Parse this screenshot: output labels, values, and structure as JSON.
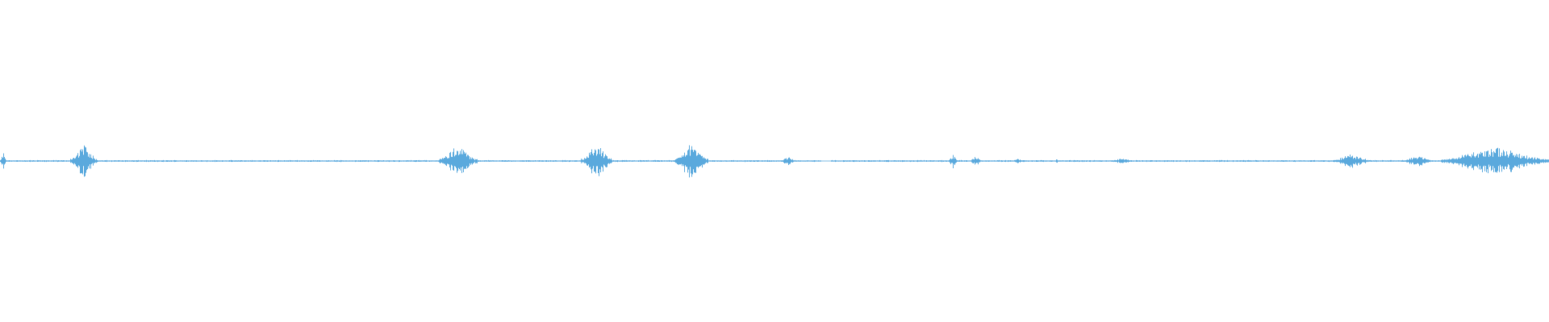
{
  "waveform": {
    "color": "#5aa9dd",
    "background": "#ffffff",
    "baseline_amplitude": 0.006,
    "bursts": [
      {
        "start": 0.0,
        "end": 0.004,
        "peak": 0.06
      },
      {
        "start": 0.045,
        "end": 0.063,
        "peak": 0.12
      },
      {
        "start": 0.283,
        "end": 0.308,
        "peak": 0.11
      },
      {
        "start": 0.375,
        "end": 0.395,
        "peak": 0.12
      },
      {
        "start": 0.435,
        "end": 0.457,
        "peak": 0.12
      },
      {
        "start": 0.503,
        "end": 0.514,
        "peak": 0.03
      },
      {
        "start": 0.612,
        "end": 0.618,
        "peak": 0.05
      },
      {
        "start": 0.626,
        "end": 0.634,
        "peak": 0.04
      },
      {
        "start": 0.654,
        "end": 0.66,
        "peak": 0.02
      },
      {
        "start": 0.681,
        "end": 0.683,
        "peak": 0.03
      },
      {
        "start": 0.715,
        "end": 0.732,
        "peak": 0.02
      },
      {
        "start": 0.86,
        "end": 0.885,
        "peak": 0.05
      },
      {
        "start": 0.905,
        "end": 0.925,
        "peak": 0.04
      },
      {
        "start": 0.93,
        "end": 1.0,
        "peak": 0.1
      }
    ],
    "gaps": [
      {
        "start": 0.53,
        "end": 0.536
      }
    ]
  }
}
